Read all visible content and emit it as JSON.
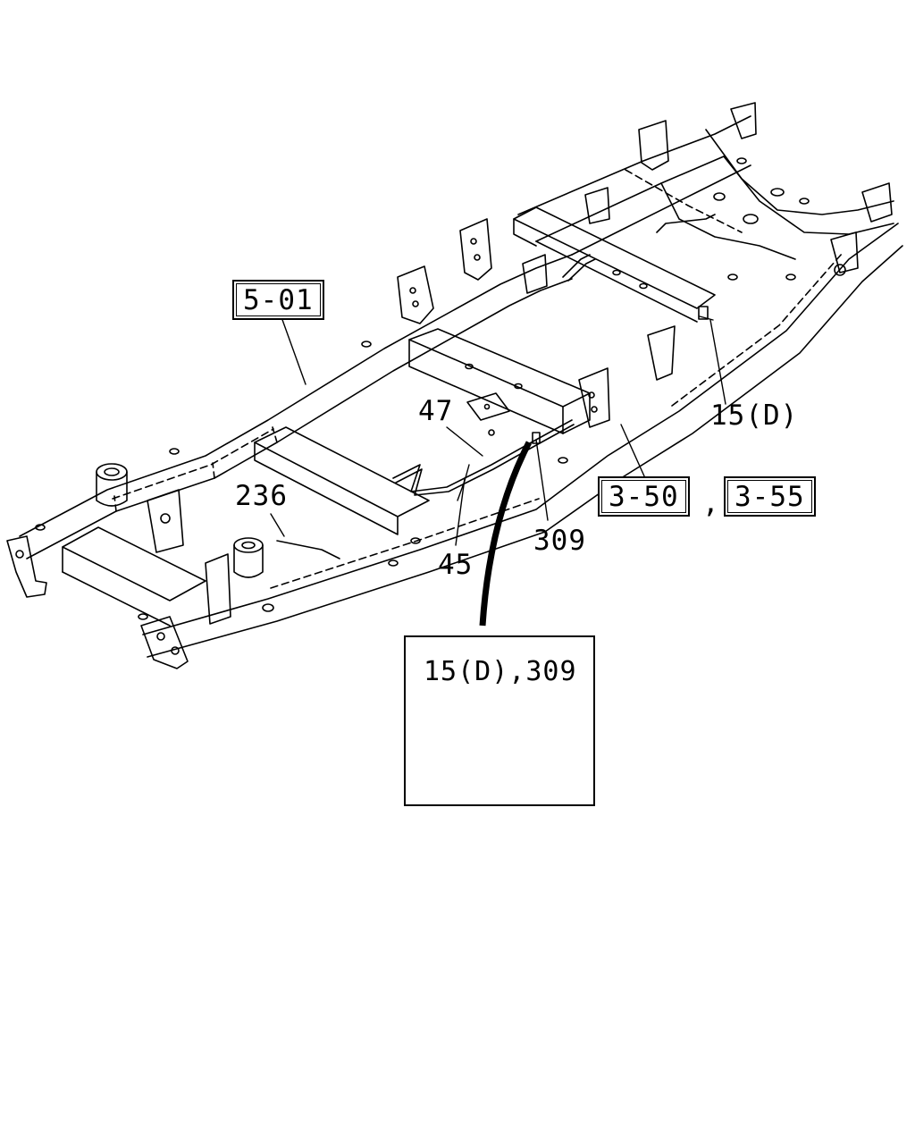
{
  "callouts": {
    "ref_5_01": "5-01",
    "ref_3_50": "3-50",
    "ref_3_55": "3-55",
    "comma": ",",
    "part_15d": "15(D)",
    "part_47": "47",
    "part_236": "236",
    "part_309": "309",
    "part_45": "45"
  },
  "detail": {
    "label": "15(D),309"
  }
}
